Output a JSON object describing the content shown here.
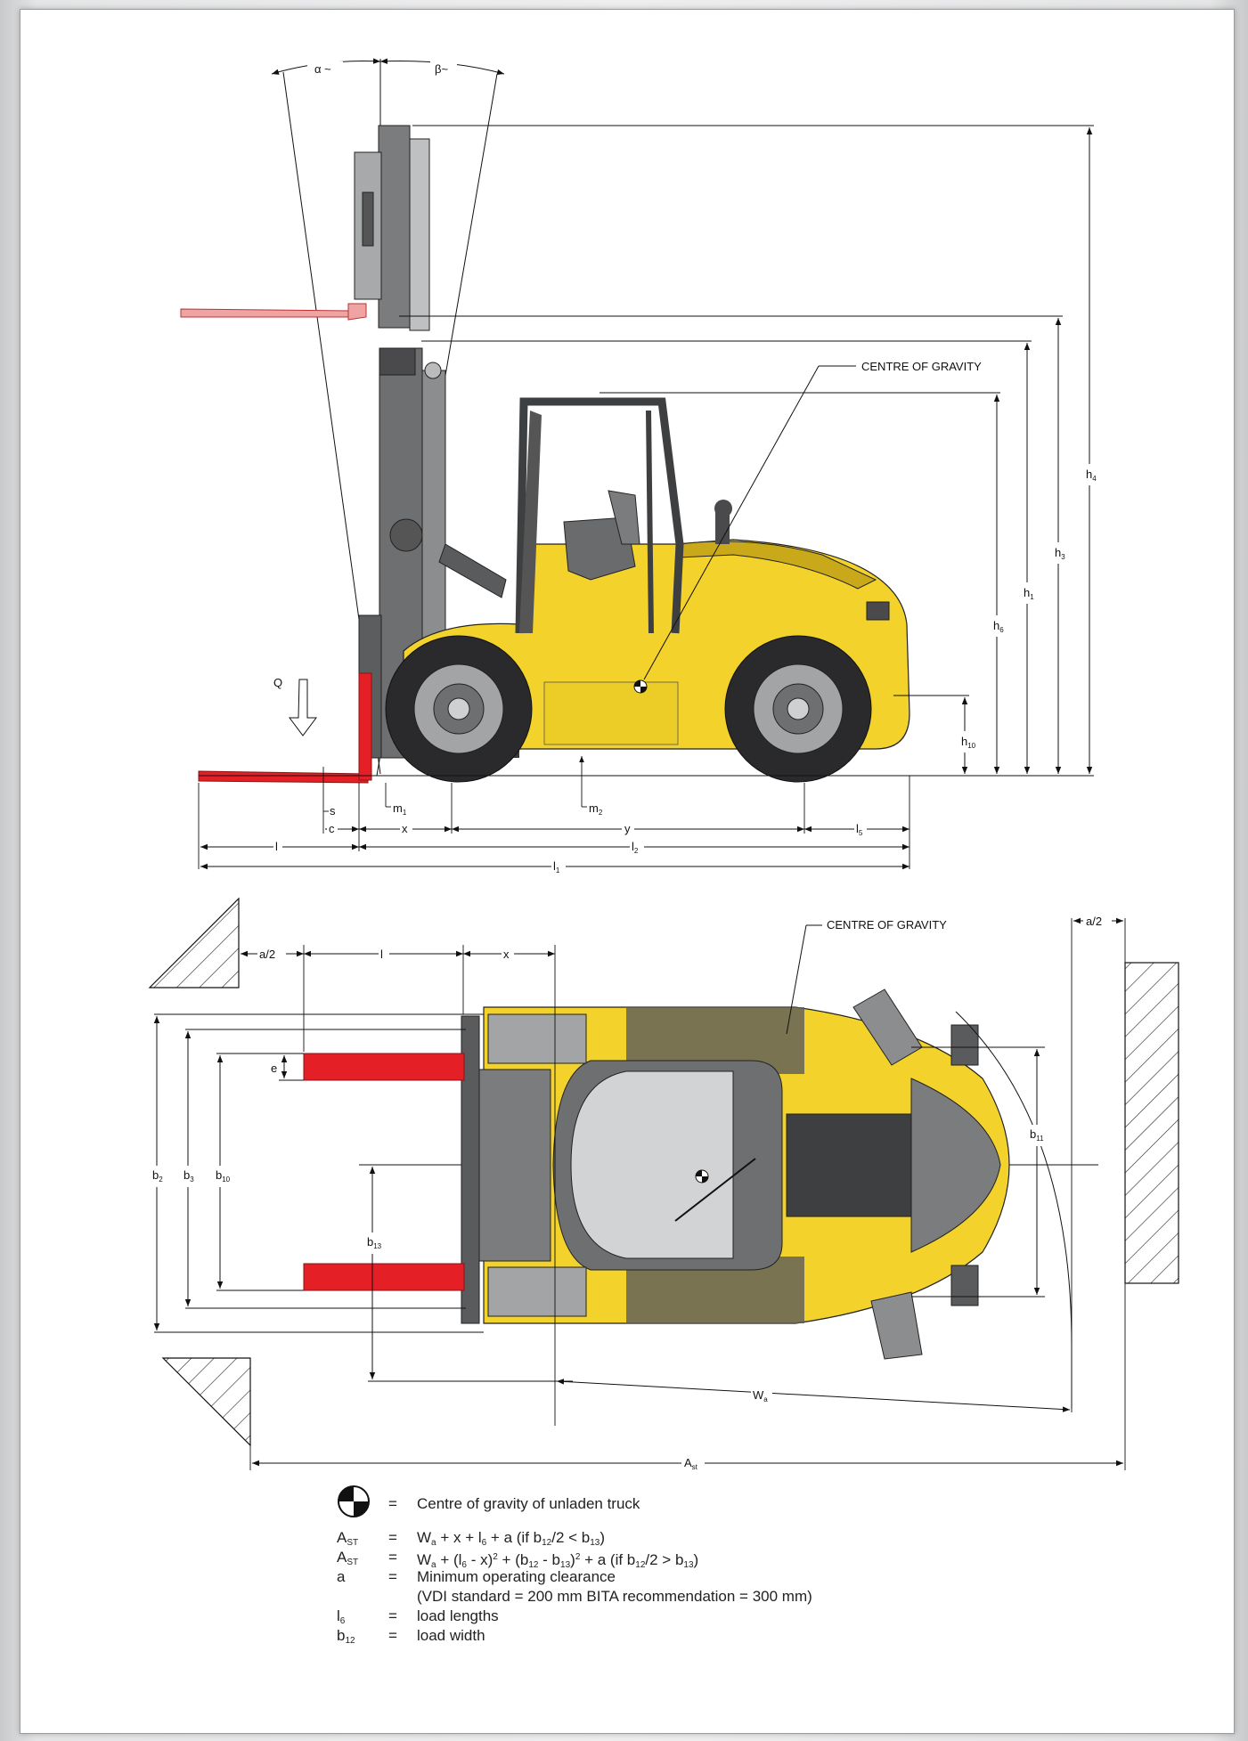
{
  "side_view": {
    "angle_alpha": "α ~",
    "angle_beta": "β~",
    "load_label": "Q",
    "centre_of_gravity_label": "CENTRE OF GRAVITY",
    "dim": {
      "h4": "h",
      "h4_sub": "4",
      "h3": "h",
      "h3_sub": "3",
      "h1": "h",
      "h1_sub": "1",
      "h6": "h",
      "h6_sub": "6",
      "h10": "h",
      "h10_sub": "10",
      "s": "s",
      "m1": "m",
      "m1_sub": "1",
      "m2": "m",
      "m2_sub": "2",
      "c": "c",
      "x": "x",
      "y": "y",
      "l5": "l",
      "l5_sub": "5",
      "l": "l",
      "l2": "l",
      "l2_sub": "2",
      "l1": "l",
      "l1_sub": "1"
    }
  },
  "top_view": {
    "centre_of_gravity_label": "CENTRE OF GRAVITY",
    "dim": {
      "a2_left": "a/2",
      "a2_right": "a/2",
      "l": "l",
      "x": "x",
      "e": "e",
      "b2": "b",
      "b2_sub": "2",
      "b3": "b",
      "b3_sub": "3",
      "b10": "b",
      "b10_sub": "10",
      "b13": "b",
      "b13_sub": "13",
      "b11": "b",
      "b11_sub": "11",
      "wa": "W",
      "wa_sub": "a",
      "ast": "A",
      "ast_sub": "st"
    }
  },
  "legend": {
    "cog_symbol_icon": "centre-of-gravity-symbol",
    "eq": "=",
    "cog_text": "Centre of gravity of unladen truck",
    "ast1_sym": "A",
    "ast1_sym_sub": "ST",
    "ast1_parts": [
      "W",
      "a",
      " + x + l",
      "6",
      " + a (if b",
      "12",
      "/2 < b",
      "13",
      ")"
    ],
    "ast2_sym": "A",
    "ast2_sym_sub": "ST",
    "ast2_parts": [
      "W",
      "a",
      " + (l",
      "6",
      " - x)",
      "2",
      " + (b",
      "12",
      " - b",
      "13",
      ")",
      "2",
      " + a  (if b",
      "12",
      "/2 > b",
      "13",
      ")"
    ],
    "a_sym": "a",
    "a_text": "Minimum operating clearance",
    "a_text2": "(VDI standard = 200 mm BITA recommendation = 300 mm)",
    "l6_sym": "l",
    "l6_sym_sub": "6",
    "l6_text": "load lengths",
    "b12_sym": "b",
    "b12_sym_sub": "12",
    "b12_text": "load width"
  },
  "colors": {
    "body_yellow": "#f2d22b",
    "body_yellow_dark": "#c9a81a",
    "fork_red": "#e41f26",
    "fork_pink": "#f0a3a3",
    "mast_gray": "#7b7c7e",
    "mast_dark": "#4a4a4c",
    "tyre_dark": "#2a2a2c",
    "line": "#111111"
  }
}
